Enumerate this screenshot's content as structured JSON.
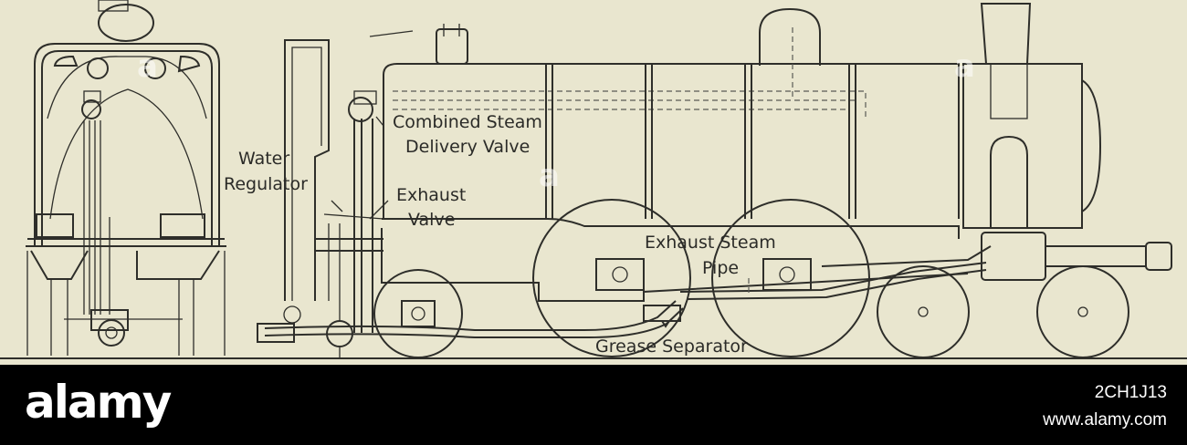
{
  "labels": {
    "combined_steam": "Combined Steam",
    "delivery_valve": "Delivery Valve",
    "water": "Water",
    "regulator": "Regulator",
    "exhaust": "Exhaust",
    "valve": "Valve",
    "exhaust_steam": "Exhaust Steam",
    "pipe": "Pipe",
    "grease_separator": "Grease Separator"
  },
  "watermark": {
    "brand": "alamy",
    "image_id": "2CH1J13",
    "url": "www.alamy.com"
  },
  "colors": {
    "paper": "#e9e6cf",
    "ink": "#2e2e2a",
    "banner": "#000000"
  }
}
